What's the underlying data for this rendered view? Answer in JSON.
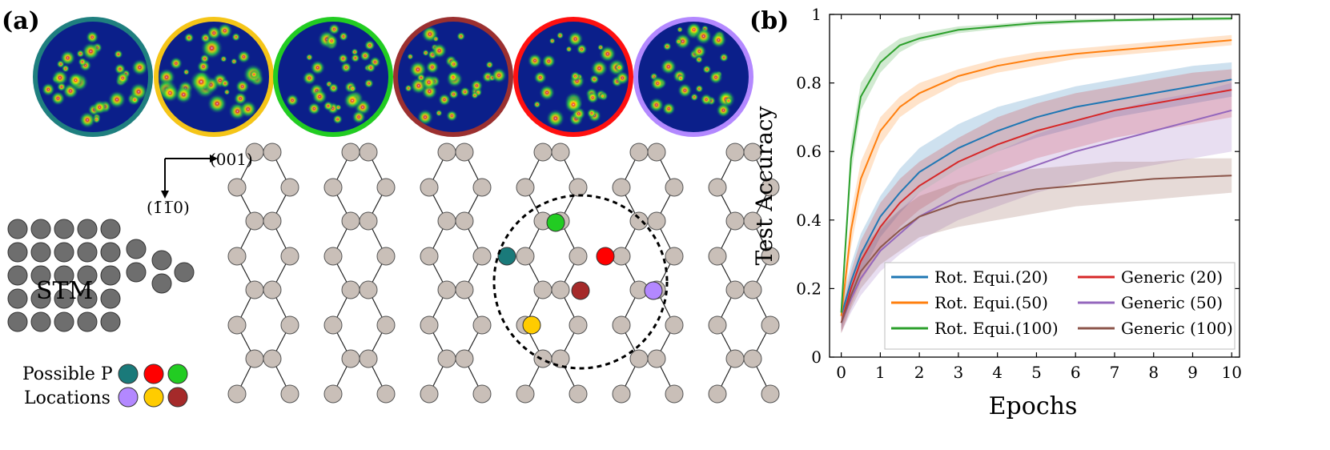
{
  "panel_a": {
    "label": "(a)",
    "stm_label": "STM",
    "dir_x": "(001)",
    "dir_y": "(1̄1̅0)",
    "legend_line1": "Possible P",
    "legend_line2": "Locations",
    "location_colors": [
      "#1a7a7a",
      "#ff0000",
      "#22cc22",
      "#b388ff",
      "#ffcc00",
      "#a52a2a"
    ],
    "image_borders": [
      "#1f7f7f",
      "#f5c518",
      "#22cc22",
      "#9b3030",
      "#ff1010",
      "#b388ff"
    ]
  },
  "panel_b": {
    "label": "(b)"
  },
  "chart_data": {
    "type": "line",
    "xlabel": "Epochs",
    "ylabel": "Test Accuracy",
    "xlim": [
      -0.3,
      10.2
    ],
    "ylim": [
      0,
      1
    ],
    "xticks": [
      0,
      1,
      2,
      3,
      4,
      5,
      6,
      7,
      8,
      9,
      10
    ],
    "yticks": [
      0,
      0.2,
      0.4,
      0.6,
      0.8,
      1
    ],
    "ytick_labels": [
      "0",
      "0.2",
      "0.4",
      "0.6",
      "0.8",
      "1"
    ],
    "legend_position": "lower-right",
    "x": [
      0,
      0.25,
      0.5,
      1,
      1.5,
      2,
      3,
      4,
      5,
      6,
      7,
      8,
      9,
      10
    ],
    "series": [
      {
        "name": "Rot. Equi.(20)",
        "color": "#1f77b4",
        "values": [
          0.12,
          0.22,
          0.3,
          0.41,
          0.48,
          0.54,
          0.61,
          0.66,
          0.7,
          0.73,
          0.75,
          0.77,
          0.79,
          0.81
        ],
        "lower": [
          0.08,
          0.17,
          0.24,
          0.35,
          0.42,
          0.48,
          0.55,
          0.6,
          0.64,
          0.67,
          0.7,
          0.72,
          0.74,
          0.76
        ],
        "upper": [
          0.16,
          0.27,
          0.36,
          0.47,
          0.55,
          0.61,
          0.68,
          0.73,
          0.76,
          0.79,
          0.81,
          0.83,
          0.85,
          0.86
        ]
      },
      {
        "name": "Rot. Equi.(50)",
        "color": "#ff7f0e",
        "values": [
          0.12,
          0.37,
          0.52,
          0.66,
          0.73,
          0.77,
          0.82,
          0.85,
          0.87,
          0.885,
          0.895,
          0.905,
          0.915,
          0.925
        ],
        "lower": [
          0.09,
          0.32,
          0.47,
          0.62,
          0.7,
          0.74,
          0.8,
          0.83,
          0.85,
          0.87,
          0.88,
          0.89,
          0.9,
          0.91
        ],
        "upper": [
          0.15,
          0.42,
          0.57,
          0.7,
          0.76,
          0.8,
          0.84,
          0.87,
          0.89,
          0.9,
          0.91,
          0.92,
          0.93,
          0.94
        ]
      },
      {
        "name": "Rot. Equi.(100)",
        "color": "#2ca02c",
        "values": [
          0.13,
          0.58,
          0.76,
          0.86,
          0.91,
          0.93,
          0.955,
          0.965,
          0.975,
          0.98,
          0.983,
          0.985,
          0.987,
          0.988
        ],
        "lower": [
          0.1,
          0.53,
          0.72,
          0.83,
          0.89,
          0.92,
          0.945,
          0.958,
          0.968,
          0.974,
          0.978,
          0.98,
          0.982,
          0.983
        ],
        "upper": [
          0.16,
          0.63,
          0.8,
          0.89,
          0.93,
          0.945,
          0.965,
          0.972,
          0.982,
          0.986,
          0.988,
          0.99,
          0.992,
          0.993
        ]
      },
      {
        "name": "Generic (20)",
        "color": "#d62728",
        "values": [
          0.1,
          0.2,
          0.28,
          0.38,
          0.45,
          0.5,
          0.57,
          0.62,
          0.66,
          0.69,
          0.72,
          0.74,
          0.76,
          0.78
        ],
        "lower": [
          0.07,
          0.15,
          0.22,
          0.31,
          0.38,
          0.43,
          0.5,
          0.54,
          0.58,
          0.61,
          0.64,
          0.66,
          0.68,
          0.7
        ],
        "upper": [
          0.13,
          0.25,
          0.34,
          0.45,
          0.52,
          0.57,
          0.64,
          0.7,
          0.74,
          0.77,
          0.79,
          0.81,
          0.83,
          0.84
        ]
      },
      {
        "name": "Generic (50)",
        "color": "#9467bd",
        "values": [
          0.1,
          0.17,
          0.23,
          0.31,
          0.36,
          0.41,
          0.47,
          0.52,
          0.56,
          0.6,
          0.63,
          0.66,
          0.69,
          0.72
        ],
        "lower": [
          0.07,
          0.13,
          0.18,
          0.25,
          0.3,
          0.34,
          0.4,
          0.44,
          0.48,
          0.51,
          0.54,
          0.56,
          0.58,
          0.6
        ],
        "upper": [
          0.13,
          0.21,
          0.28,
          0.37,
          0.43,
          0.48,
          0.55,
          0.6,
          0.65,
          0.69,
          0.72,
          0.75,
          0.77,
          0.8
        ]
      },
      {
        "name": "Generic (100)",
        "color": "#8c564b",
        "values": [
          0.1,
          0.18,
          0.25,
          0.32,
          0.37,
          0.41,
          0.45,
          0.47,
          0.49,
          0.5,
          0.51,
          0.52,
          0.525,
          0.53
        ],
        "lower": [
          0.07,
          0.14,
          0.2,
          0.27,
          0.31,
          0.35,
          0.38,
          0.4,
          0.42,
          0.44,
          0.45,
          0.46,
          0.47,
          0.48
        ],
        "upper": [
          0.13,
          0.23,
          0.31,
          0.38,
          0.43,
          0.47,
          0.51,
          0.54,
          0.55,
          0.56,
          0.57,
          0.57,
          0.58,
          0.58
        ]
      }
    ]
  }
}
